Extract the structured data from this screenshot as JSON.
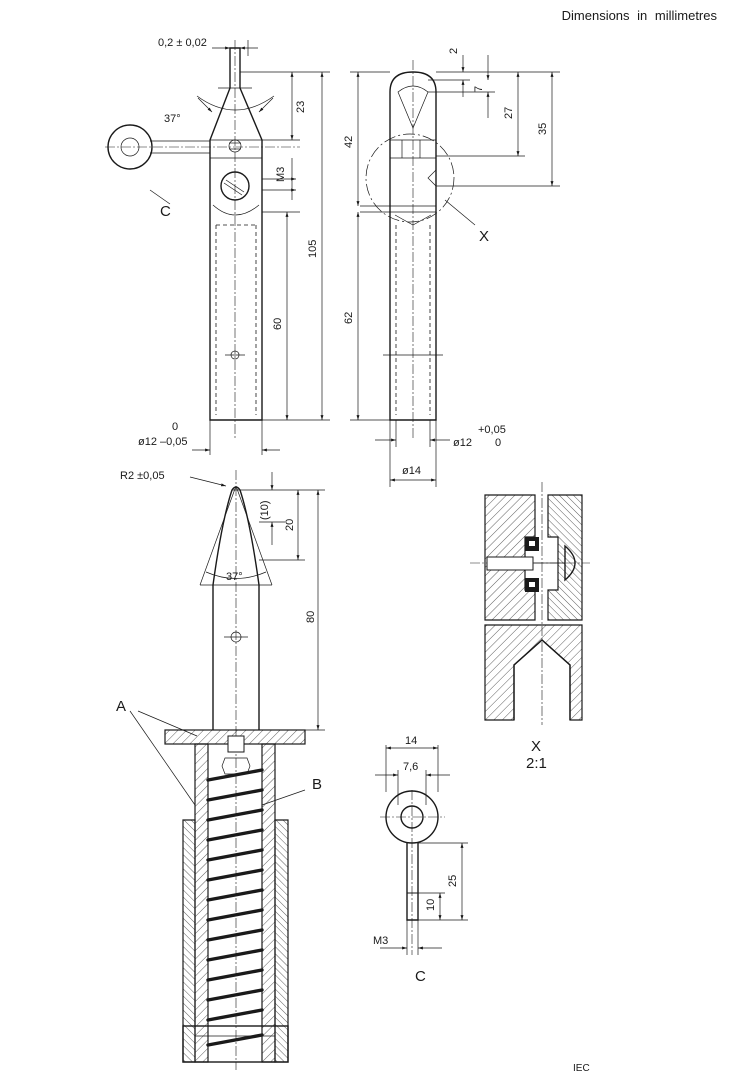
{
  "header": {
    "units": "Dimensions in millimetres"
  },
  "footer": {
    "mark": "IEC"
  },
  "labels": {
    "A": "A",
    "B": "B",
    "C": "C",
    "X": "X"
  },
  "detail_x": {
    "label": "X",
    "scale": "2:1"
  },
  "detail_c": {
    "label": "C"
  },
  "dims": {
    "tip_width": "0,2 ± 0,02",
    "angle_top": "37°",
    "angle_bottom": "37°",
    "d23": "23",
    "m3_top": "M3",
    "d105": "105",
    "d60": "60",
    "d42": "42",
    "d2": "2",
    "d7": "7",
    "d27": "27",
    "d35": "35",
    "d62": "62",
    "tol_left_top": "0",
    "dia_left": "ø12 –0,05",
    "tol_right_top": "+0,05",
    "dia_right": "ø12",
    "tol_right_zero": "0",
    "dia14": "ø14",
    "r2": "R2 ±0,05",
    "d10": "(10)",
    "d20": "20",
    "d80": "80",
    "c_w14": "14",
    "c_w76": "7,6",
    "c_d25": "25",
    "c_d10": "10",
    "c_m3": "M3"
  }
}
